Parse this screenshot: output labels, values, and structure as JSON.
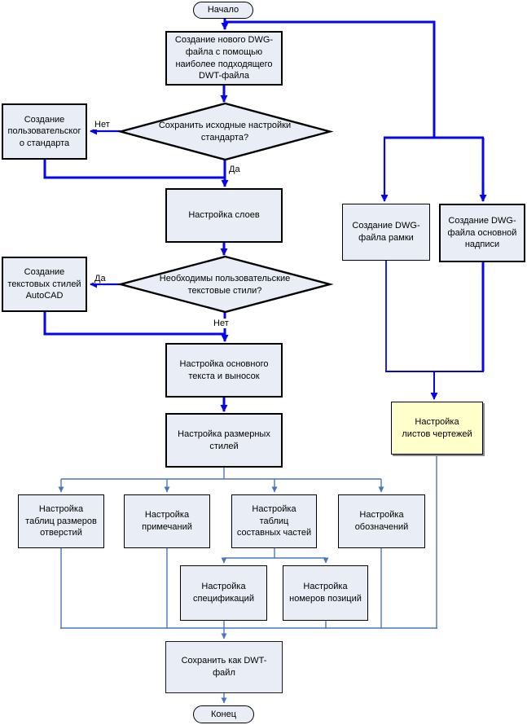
{
  "colors": {
    "flow": "#0505ee",
    "conn": "#4a77b8",
    "fill": "#e9edf5",
    "border": "#000000",
    "highlight": "#ffffcc"
  },
  "nodes": {
    "start": "Начало",
    "create_dwg_file": "Создание нового DWG-\nфайла с помощью\nнаиболее подходящего\nDWT-файла",
    "decision_keep_standard": "Сохранить исходные настройки\nстандарта?",
    "create_user_standard": "Создание\nпользовательског\nо стандарта",
    "setup_layers": "Настройка слоев",
    "decision_text_styles": "Необходимы пользовательские\nтекстовые стили?",
    "create_text_styles": "Создание\nтекстовых стилей\nAutoCAD",
    "setup_main_text": "Настройка основного\nтекста и выносок",
    "setup_dim_styles": "Настройка размерных\nстилей",
    "setup_hole_tables": "Настройка\nтаблиц размеров\nотверстий",
    "setup_notes": "Настройка\nпримечаний",
    "setup_parts_tables": "Настройка\nтаблиц\nсоставных частей",
    "setup_symbols": "Настройка\nобозначений",
    "setup_specifications": "Настройка\nспецификаций",
    "setup_item_numbers": "Настройка\nномеров позиций",
    "create_frame_dwg": "Создание DWG-\nфайла рамки",
    "create_titleblock_dwg": "Создание DWG-\nфайла основной\nнадписи",
    "setup_drawing_sheets": "Настройка\nлистов чертежей",
    "save_as_dwt": "Сохранить как DWT-\nфайл",
    "end": "Конец"
  },
  "edge_labels": {
    "decision1_no": "Нет",
    "decision1_yes": "Да",
    "decision2_yes": "Да",
    "decision2_no": "Нет"
  }
}
